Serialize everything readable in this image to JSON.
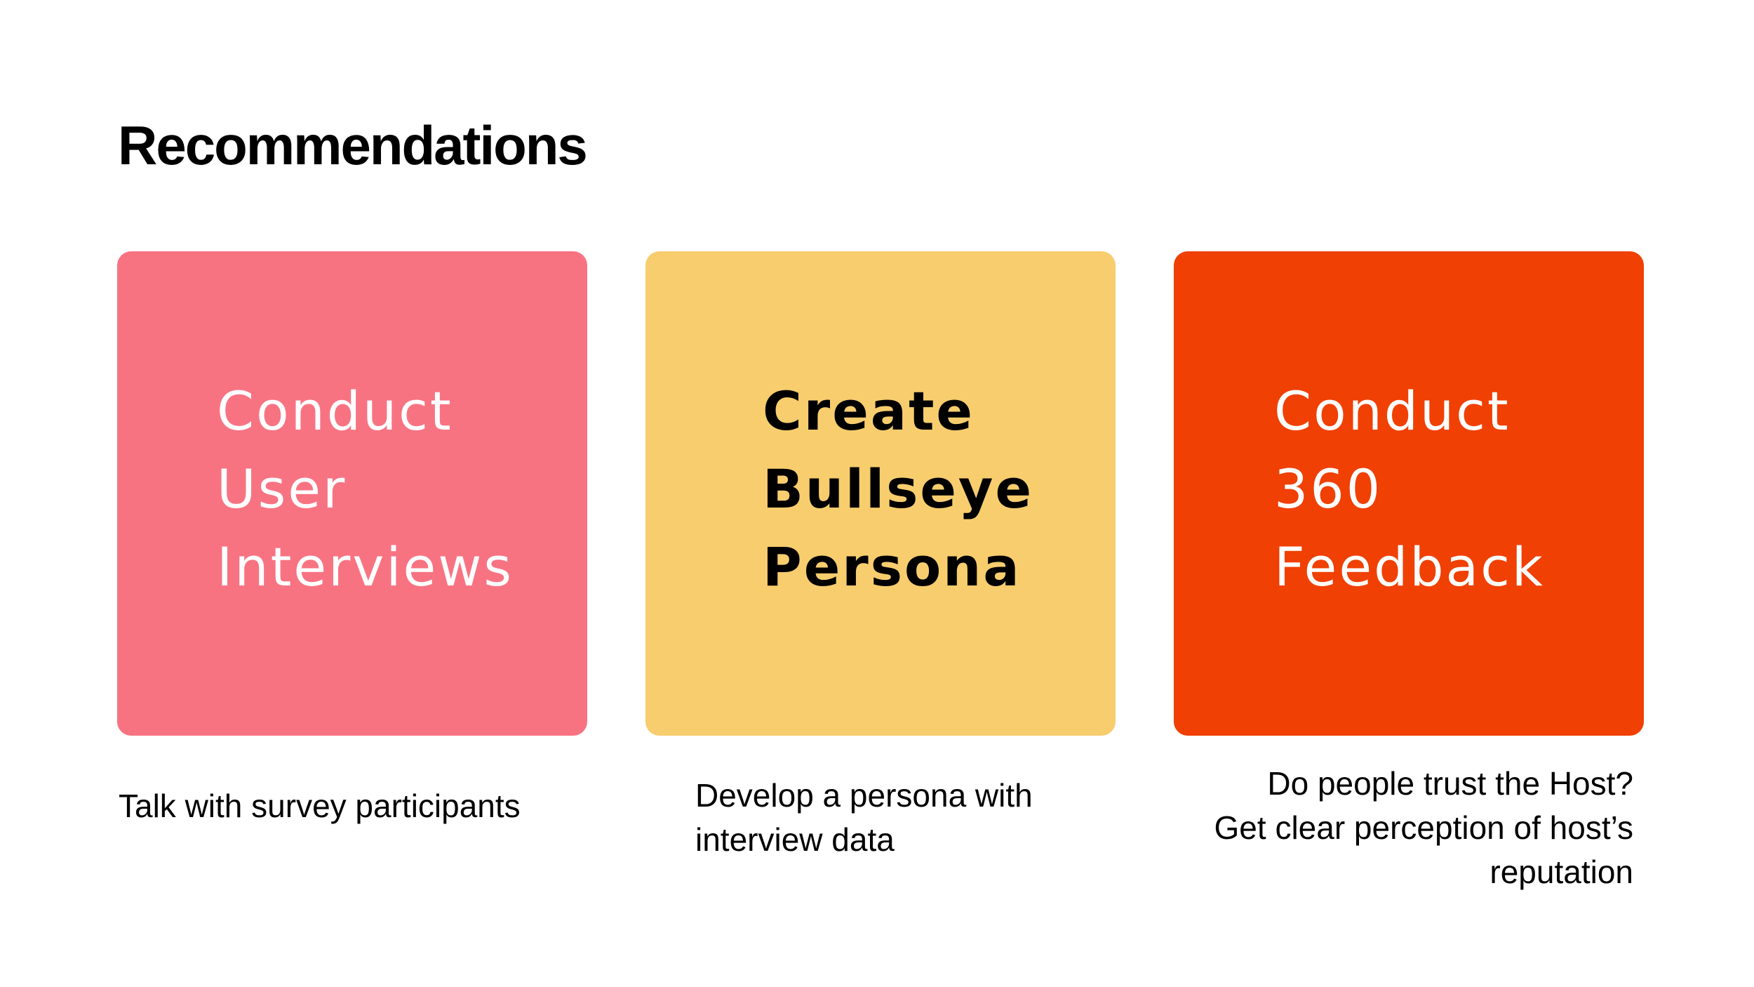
{
  "slide": {
    "title": "Recommendations"
  },
  "colors": {
    "card_pink": "#F87382",
    "card_yellow": "#F7CD6E",
    "card_orange": "#F04003",
    "text_light": "#FFFFFF",
    "text_dark": "#000000"
  },
  "cards": [
    {
      "heading_lines": [
        "Conduct",
        "User",
        "Interviews"
      ],
      "description_lines": [
        "Talk with survey participants"
      ]
    },
    {
      "heading_lines": [
        "Create",
        "Bullseye",
        "Persona"
      ],
      "description_lines": [
        "Develop a persona with",
        "interview data"
      ]
    },
    {
      "heading_lines": [
        "Conduct",
        "360",
        "Feedback"
      ],
      "description_lines": [
        "Do people trust the Host?",
        "Get clear perception of host’s",
        "reputation"
      ]
    }
  ]
}
